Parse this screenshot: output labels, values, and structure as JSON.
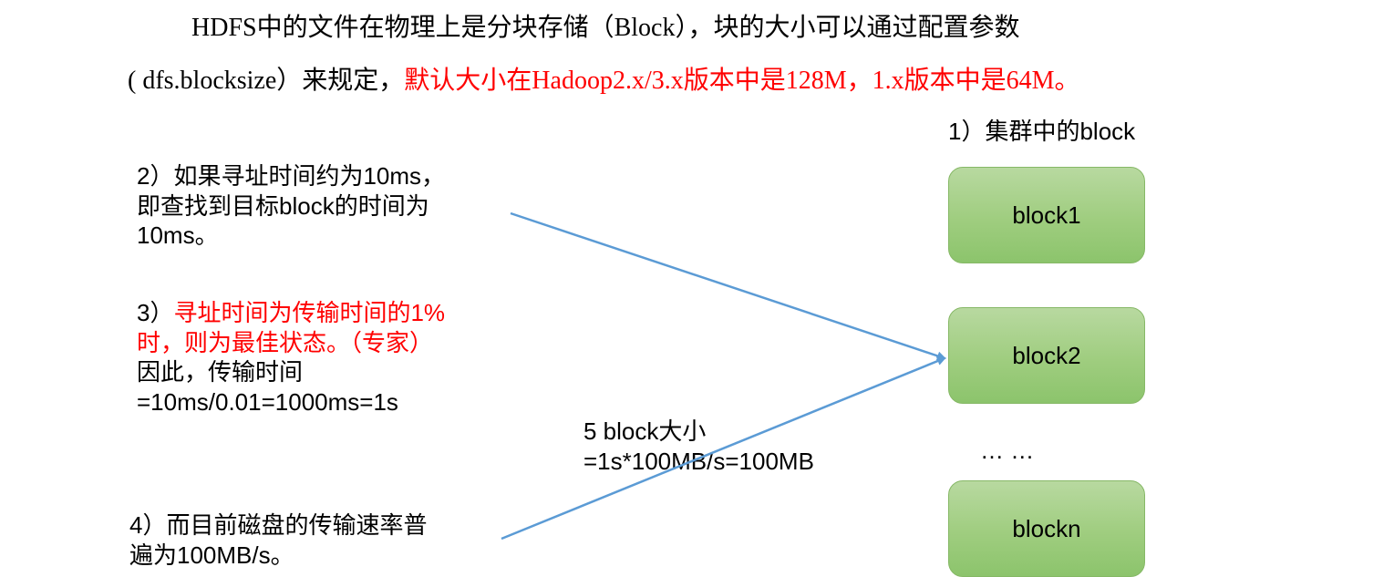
{
  "intro": {
    "line1": "HDFS中的文件在物理上是分块存储（Block），块的大小可以通过配置参数",
    "line2_prefix": "( dfs.blocksize）来规定，",
    "line2_highlight": "默认大小在Hadoop2.x/3.x版本中是128M，1.x版本中是64M。"
  },
  "cluster": {
    "title": "1）集群中的block",
    "blocks": [
      "block1",
      "block2",
      "blockn"
    ],
    "ellipsis": "… …"
  },
  "notes": {
    "seek_line1": "2）如果寻址时间约为10ms，",
    "seek_line2": "即查找到目标block的时间为",
    "seek_line3": "10ms。",
    "ratio_prefix": "3）",
    "ratio_highlight_line1": "寻址时间为传输时间的1%",
    "ratio_highlight_line2": "时，则为最佳状态。（专家）",
    "ratio_line3": "因此，传输时间",
    "ratio_line4": "=10ms/0.01=1000ms=1s",
    "disk_line1": "4）而目前磁盘的传输速率普",
    "disk_line2": "遍为100MB/s。",
    "size_line1": "5 block大小",
    "size_line2": "=1s*100MB/s=100MB"
  },
  "colors": {
    "highlight": "#ff0000",
    "arrow": "#5b9bd5",
    "block_fill": "#9fcd7f"
  }
}
